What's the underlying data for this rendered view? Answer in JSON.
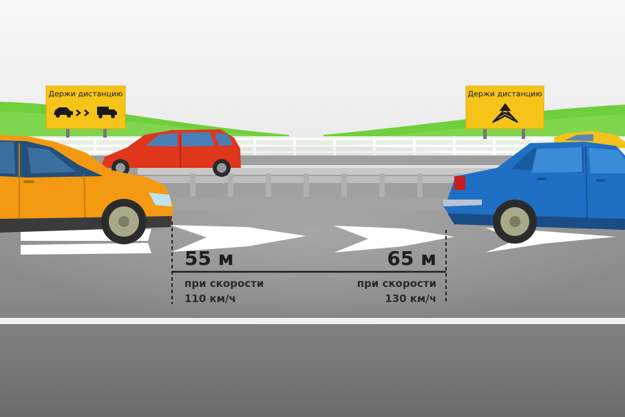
{
  "signs": {
    "left": {
      "title": "Держи дистанцию",
      "icon": "car-truck-distance-icon"
    },
    "right": {
      "title": "Держи дистанцию",
      "icon": "chevron-distance-markings-icon"
    }
  },
  "distances": {
    "first": {
      "value": "55 м",
      "label": "при скорости",
      "speed": "110 км/ч"
    },
    "second": {
      "value": "65 м",
      "label": "при скорости",
      "speed": "130 км/ч"
    }
  },
  "colors": {
    "sign_yellow": "#f6c419",
    "orange_car": "#f49a12",
    "red_car": "#e0361c",
    "blue_car": "#1f6fc4",
    "grass": "#6fcf3c",
    "road": "#8c8c8c"
  }
}
